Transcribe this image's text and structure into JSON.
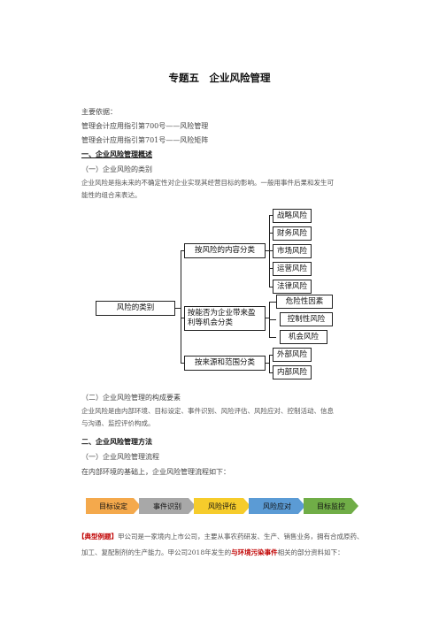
{
  "title": "专题五　企业风险管理",
  "basis": {
    "label": "主要依据：",
    "items": [
      "管理会计应用指引第700号——风险管理",
      "管理会计应用指引第701号——风险矩阵"
    ]
  },
  "section1": {
    "heading": "一、企业风险管理概述",
    "sub1": "（一）企业风险的类别",
    "para1_line1": "企业风险是指未来的不确定性对企业实现其经营目标的影响。一般用事件后果和发生可",
    "para1_line2": "能性的组合来表达。"
  },
  "diagram": {
    "root": "风险的类别",
    "branches": [
      {
        "label": "按风险的内容分类",
        "children": [
          "战略风险",
          "财务风险",
          "市场风险",
          "运营风险",
          "法律风险"
        ]
      },
      {
        "label": "按能否为企业带来盈利等机会分类",
        "children": [
          "危险性因素",
          "控制性风险",
          "机会风险"
        ]
      },
      {
        "label": "按来源和范围分类",
        "children": [
          "外部风险",
          "内部风险"
        ]
      }
    ]
  },
  "section1b": {
    "sub2": "（二）企业风险管理的构成要素",
    "para2_line1": "企业风险是由内部环境、目标设定、事件识别、风险评估、风险应对、控制活动、信息",
    "para2_line2": "与沟通、监控评价构成。"
  },
  "section2": {
    "heading": "二、企业风险管理方法",
    "sub1": "（一）企业风险管理流程",
    "para1": "在内部环境的基础上，企业风险管理流程如下："
  },
  "process": {
    "steps": [
      {
        "label": "目标设定",
        "color": "#f4a94c"
      },
      {
        "label": "事件识别",
        "color": "#a8a8a8"
      },
      {
        "label": "风险评估",
        "color": "#f6cc2b"
      },
      {
        "label": "风险应对",
        "color": "#5b9bd5"
      },
      {
        "label": "目标监控",
        "color": "#70ad47"
      }
    ]
  },
  "example": {
    "lead": "【典型例题】",
    "text1": "甲公司是一家境内上市公司，主要从事农药研发、生产、销售业务，拥有合成原药、",
    "text2a": "加工、复配制剂的生产能力。甲公司2018年发生的",
    "highlight": "与环境污染事件",
    "text2b": "相关的部分资料如下："
  }
}
